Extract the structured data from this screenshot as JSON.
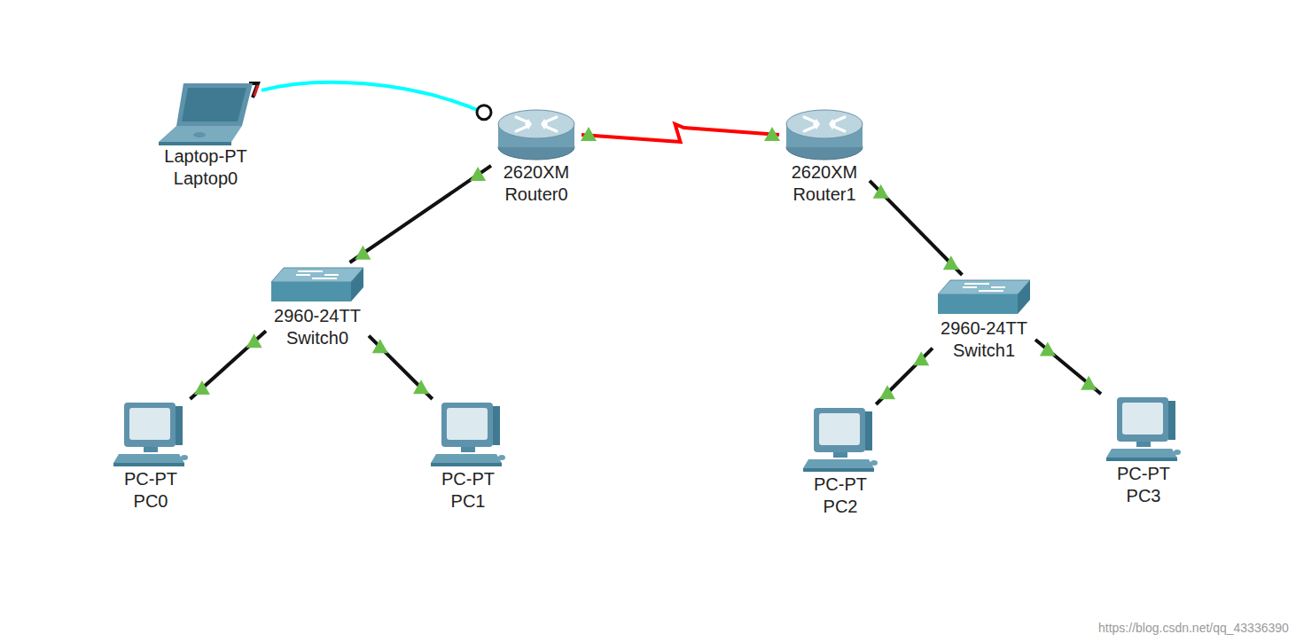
{
  "diagram": {
    "nodes": [
      {
        "text": [
          "Laptop-PT",
          "Laptop0"
        ]
      },
      {
        "text": [
          "2620XM",
          "Router0"
        ]
      },
      {
        "text": [
          "2620XM",
          "Router1"
        ]
      },
      {
        "text": [
          "2960-24TT",
          "Switch0"
        ]
      },
      {
        "text": [
          "2960-24TT",
          "Switch1"
        ]
      },
      {
        "text": [
          "PC-PT",
          "PC0"
        ]
      },
      {
        "text": [
          "PC-PT",
          "PC1"
        ]
      },
      {
        "text": [
          "PC-PT",
          "PC2"
        ]
      },
      {
        "text": [
          "PC-PT",
          "PC3"
        ]
      }
    ],
    "edges": [
      {
        "from": 0,
        "to": 1,
        "arrow": "none"
      },
      {
        "from": 1,
        "to": 2,
        "arrow": "none"
      },
      {
        "from": 1,
        "to": 3,
        "arrow": "none"
      },
      {
        "from": 3,
        "to": 5,
        "arrow": "none"
      },
      {
        "from": 3,
        "to": 6,
        "arrow": "none"
      },
      {
        "from": 2,
        "to": 4,
        "arrow": "none"
      },
      {
        "from": 4,
        "to": 7,
        "arrow": "none"
      },
      {
        "from": 4,
        "to": 8,
        "arrow": "none"
      }
    ],
    "labels": [
      "https://blog.csdn.net/qq_43336390"
    ]
  }
}
